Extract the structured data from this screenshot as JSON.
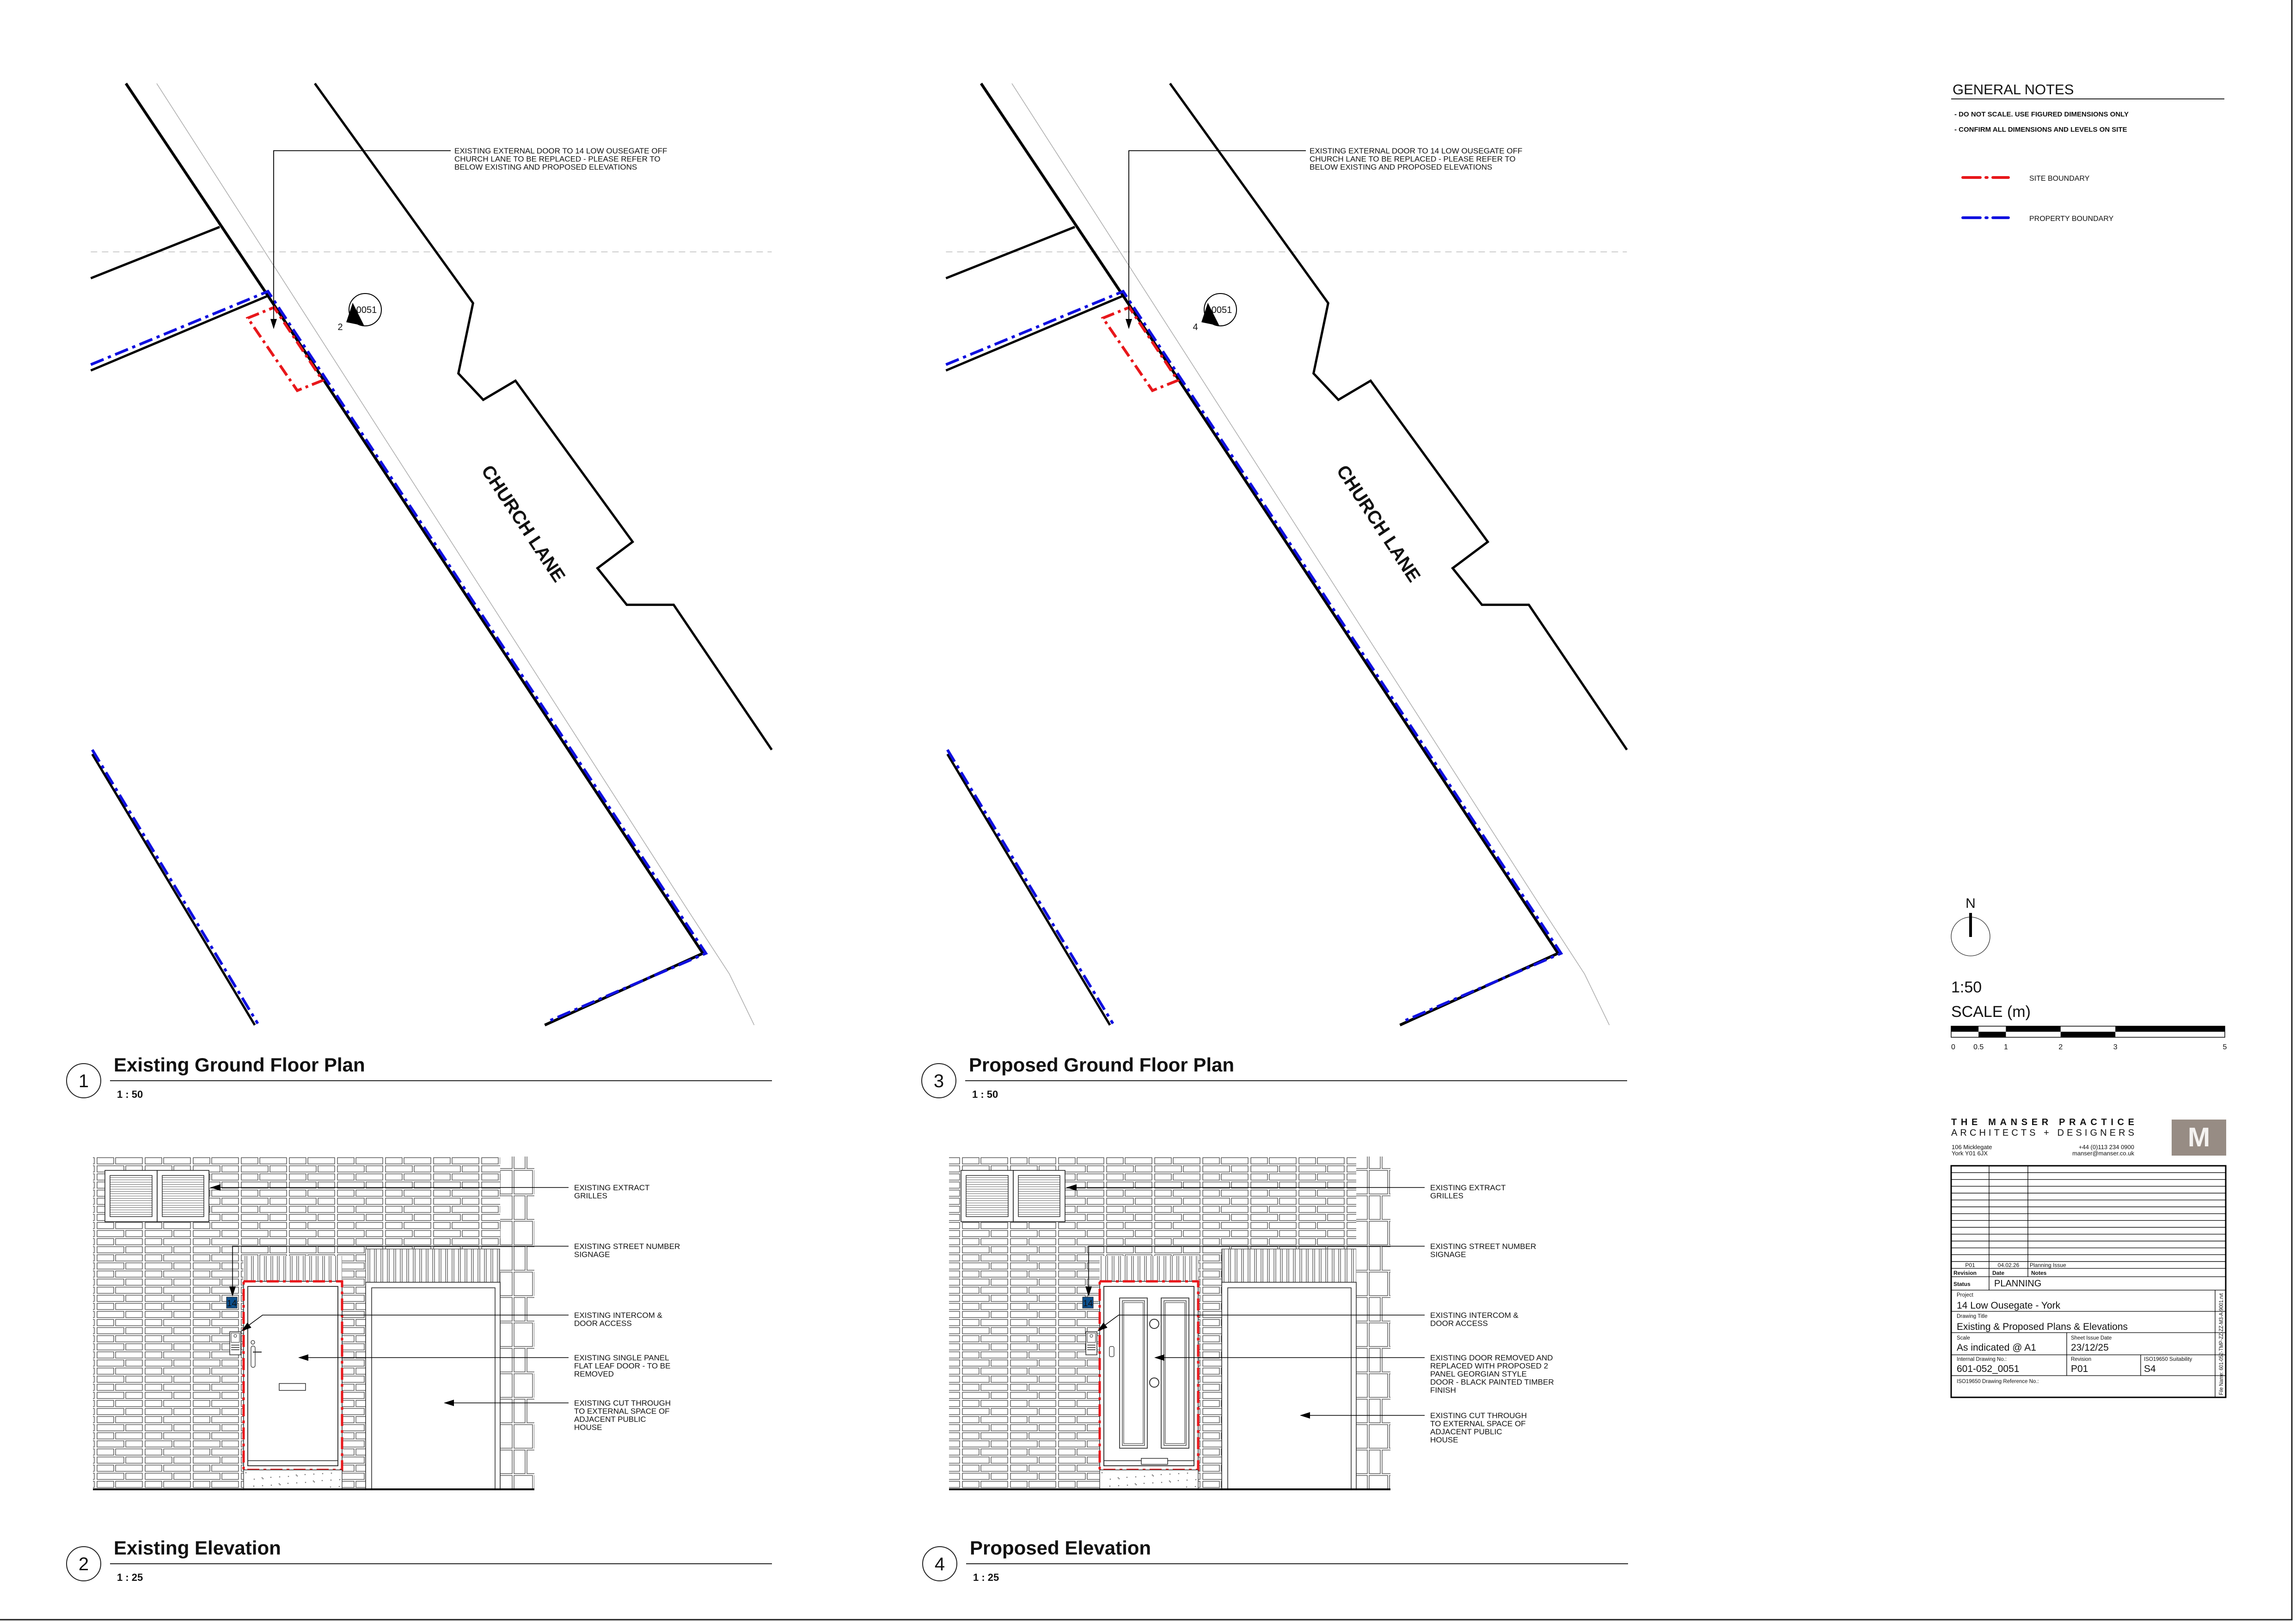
{
  "plans": [
    {
      "number": "1",
      "title": "Existing Ground Floor Plan",
      "scale": "1 : 50",
      "street_label": "CHURCH LANE",
      "section_ref": {
        "sheet": "0051",
        "view": "2"
      },
      "note": [
        "EXISTING EXTERNAL DOOR TO 14 LOW OUSEGATE OFF",
        "CHURCH LANE TO BE REPLACED - PLEASE REFER TO",
        "BELOW EXISTING AND PROPOSED ELEVATIONS"
      ]
    },
    {
      "number": "3",
      "title": "Proposed Ground Floor Plan",
      "scale": "1 : 50",
      "street_label": "CHURCH LANE",
      "section_ref": {
        "sheet": "0051",
        "view": "4"
      },
      "note": [
        "EXISTING EXTERNAL DOOR TO 14 LOW OUSEGATE OFF",
        "CHURCH LANE TO BE REPLACED - PLEASE REFER TO",
        "BELOW EXISTING AND PROPOSED ELEVATIONS"
      ]
    }
  ],
  "elevations": [
    {
      "number": "2",
      "title": "Existing Elevation",
      "scale": "1 : 25",
      "street_number": "14",
      "door_type": "single-flat-leaf",
      "notes": [
        [
          "EXISTING EXTRACT",
          "GRILLES"
        ],
        [
          "EXISTING STREET NUMBER",
          "SIGNAGE"
        ],
        [
          "EXISTING INTERCOM &",
          "DOOR ACCESS"
        ],
        [
          "EXISTING SINGLE PANEL",
          "FLAT LEAF DOOR - TO BE",
          "REMOVED"
        ],
        [
          "EXISTING CUT THROUGH",
          "TO EXTERNAL SPACE OF",
          "ADJACENT PUBLIC",
          "HOUSE"
        ]
      ]
    },
    {
      "number": "4",
      "title": "Proposed Elevation",
      "scale": "1 : 25",
      "street_number": "14",
      "door_type": "two-panel-georgian",
      "notes": [
        [
          "EXISTING EXTRACT",
          "GRILLES"
        ],
        [
          "EXISTING STREET NUMBER",
          "SIGNAGE"
        ],
        [
          "EXISTING INTERCOM &",
          "DOOR ACCESS"
        ],
        [
          "EXISTING DOOR REMOVED AND",
          "REPLACED WITH PROPOSED 2",
          "PANEL GEORGIAN STYLE",
          "DOOR - BLACK PAINTED TIMBER",
          "FINISH"
        ],
        [
          "EXISTING CUT THROUGH",
          "TO EXTERNAL SPACE OF",
          "ADJACENT PUBLIC",
          "HOUSE"
        ]
      ]
    }
  ],
  "general_notes": {
    "title": "GENERAL NOTES",
    "items": [
      "- DO  NOT SCALE. USE FIGURED DIMENSIONS ONLY",
      "- CONFIRM ALL DIMENSIONS AND LEVELS ON SITE"
    ],
    "legend": [
      {
        "label": "SITE BOUNDARY",
        "color": "#e8171b"
      },
      {
        "label": "PROPERTY BOUNDARY",
        "color": "#1010e0"
      }
    ]
  },
  "north_arrow": {
    "label": "N"
  },
  "scale_bar": {
    "ratio": "1:50",
    "title": "SCALE (m)",
    "ticks": [
      "0",
      "0.5",
      "1",
      "2",
      "3",
      "5"
    ]
  },
  "title_block": {
    "practice": "THE MANSER PRACTICE",
    "tagline": "ARCHITECTS + DESIGNERS",
    "logo_letter": "M",
    "logo_color": "#978c84",
    "address": [
      "106 Micklegate",
      "York   Y01 6JX"
    ],
    "phone": "+44 (0)113 234 0900",
    "email": "manser@manser.co.uk",
    "revisions": [
      {
        "revision": "P01",
        "date": "04.02.26",
        "notes": "Planning Issue"
      }
    ],
    "revision_headers": {
      "revision": "Revision",
      "date": "Date",
      "notes": "Notes"
    },
    "status": {
      "label": "Status",
      "value": "PLANNING"
    },
    "project": {
      "label": "Project",
      "value": "14 Low Ousegate - York"
    },
    "drawing_title": {
      "label": "Drawing Title",
      "value": "Existing & Proposed Plans & Elevations"
    },
    "scale": {
      "label": "Scale",
      "value": "As indicated @ A1"
    },
    "sheet_issue_date": {
      "label": "Sheet Issue Date",
      "value": "23/12/25"
    },
    "internal_drawing_no": {
      "label": "Internal Drawing No.:",
      "value": "601-052_0051"
    },
    "revision": {
      "label": "Revision",
      "value": "P01"
    },
    "suitability": {
      "label": "ISO19650 Suitability",
      "value": "S4"
    },
    "iso_reference": {
      "label": "ISO19650 Drawing Reference No.:",
      "value": ""
    },
    "file_name": "File Name: 601-052-TMP-ZZ-ZZ-M3-A-9001.rvt"
  }
}
